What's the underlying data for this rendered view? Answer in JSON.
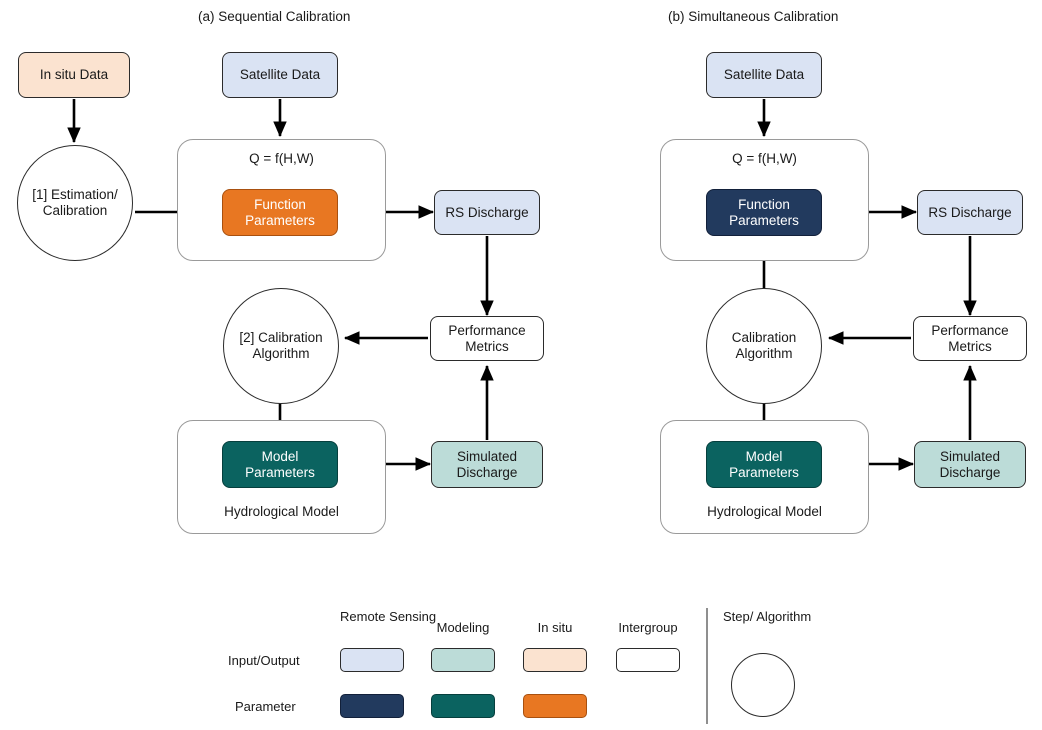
{
  "panels": [
    {
      "id": "sequential",
      "title": "(a) Sequential Calibration",
      "nodes": {
        "in_situ_data": "In situ Data",
        "satellite_data": "Satellite Data",
        "step_circle": "[1]\nEstimation/\nCalibration",
        "step_circle_line1": "[1]",
        "step_circle_line2": "Estimation/",
        "step_circle_line3": "Calibration",
        "function_group_caption": "Q = f(H,W)",
        "function_parameters_line1": "Function",
        "function_parameters_line2": "Parameters",
        "rs_discharge": "RS Discharge",
        "performance_metrics_line1": "Performance",
        "performance_metrics_line2": "Metrics",
        "calibration_circle_line1": "[2]",
        "calibration_circle_line2": "Calibration",
        "calibration_circle_line3": "Algorithm",
        "model_parameters_line1": "Model",
        "model_parameters_line2": "Parameters",
        "hydrological_model_caption": "Hydrological Model",
        "simulated_discharge_line1": "Simulated",
        "simulated_discharge_line2": "Discharge"
      }
    },
    {
      "id": "simultaneous",
      "title": "(b) Simultaneous Calibration",
      "nodes": {
        "satellite_data": "Satellite Data",
        "function_group_caption": "Q = f(H,W)",
        "function_parameters_line1": "Function",
        "function_parameters_line2": "Parameters",
        "rs_discharge": "RS Discharge",
        "performance_metrics_line1": "Performance",
        "performance_metrics_line2": "Metrics",
        "calibration_circle_line1": "Calibration",
        "calibration_circle_line2": "Algorithm",
        "model_parameters_line1": "Model",
        "model_parameters_line2": "Parameters",
        "hydrological_model_caption": "Hydrological Model",
        "simulated_discharge_line1": "Simulated",
        "simulated_discharge_line2": "Discharge"
      }
    }
  ],
  "legend": {
    "row_labels": {
      "input_output": "Input/Output",
      "parameter": "Parameter"
    },
    "columns": [
      {
        "key": "remote_sensing",
        "head_line1": "Remote",
        "head_line2": "Sensing",
        "io_color": "#dae3f3",
        "param_color": "#223a5e",
        "has_param": true
      },
      {
        "key": "modeling",
        "head_line1": "Modeling",
        "head_line2": "",
        "io_color": "#bcdcd8",
        "param_color": "#0b6360",
        "has_param": true
      },
      {
        "key": "in_situ",
        "head_line1": "In situ",
        "head_line2": "",
        "io_color": "#fbe3d0",
        "param_color": "#e87722",
        "has_param": true
      },
      {
        "key": "intergroup",
        "head_line1": "Intergroup",
        "head_line2": "",
        "io_color": "#ffffff",
        "param_color": "",
        "has_param": false
      }
    ],
    "step": {
      "head_line1": "Step/",
      "head_line2": "Algorithm"
    }
  },
  "colors": {
    "remote_sensing_io": "#dae3f3",
    "remote_sensing_param": "#223a5e",
    "modeling_io": "#bcdcd8",
    "modeling_param": "#0b6360",
    "in_situ_io": "#fbe3d0",
    "in_situ_param": "#e87722",
    "intergroup_io": "#ffffff",
    "outline": "#2b2b2b",
    "group_outline": "#9a9a9a",
    "arrow": "#000000"
  }
}
